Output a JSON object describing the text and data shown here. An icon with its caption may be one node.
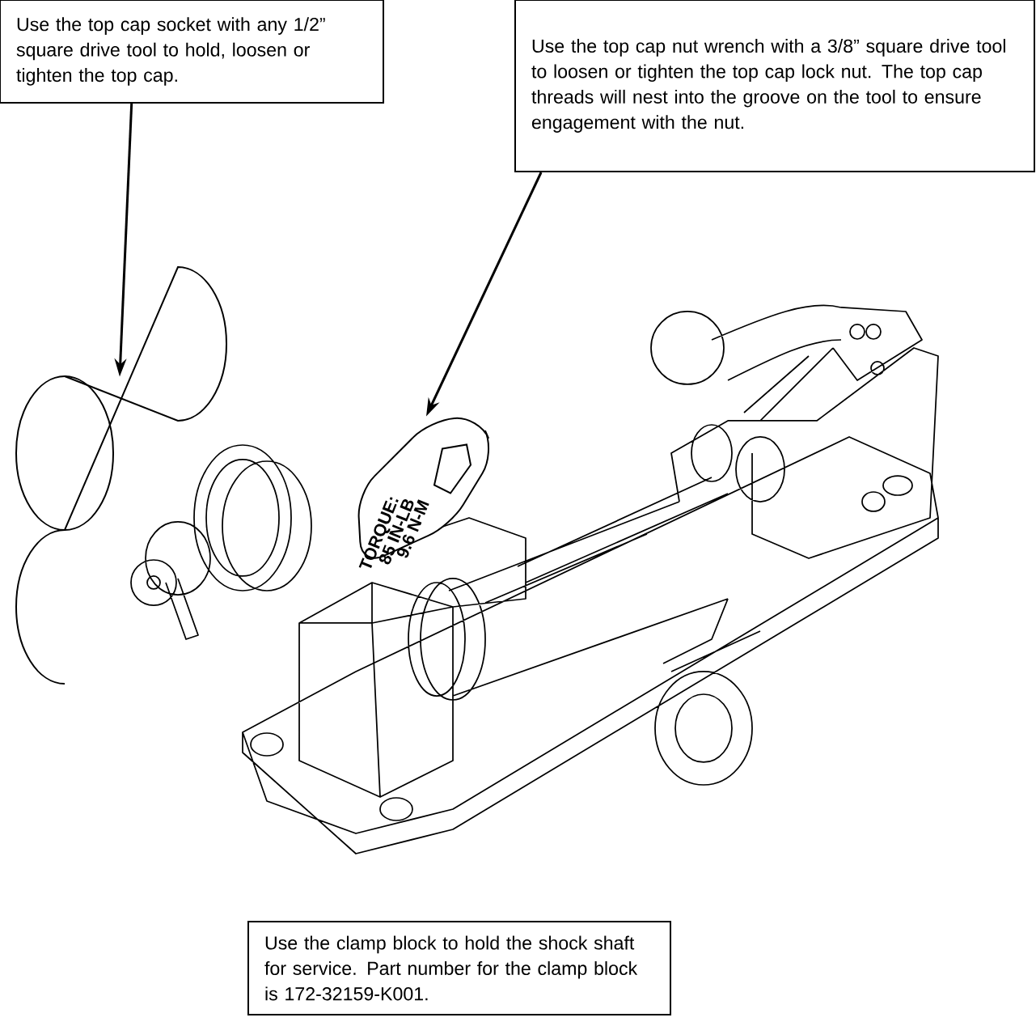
{
  "diagram": {
    "nodes": [
      {
        "text": [
          "Use the top cap socket  with any 1/2” square drive tool to hold, loosen or tighten the top cap."
        ]
      },
      {
        "text": [
          "Use the top cap nut wrench with a 3/8” square drive tool to loosen or tighten the top cap lock nut. The top cap threads will nest into the groove on the tool to ensure engagement with the nut."
        ]
      },
      {
        "text": [
          "Use the clamp block to hold the shock shaft for service. Part number for the clamp block is 172-32159-K001."
        ]
      },
      {
        "text": [],
        "shape": "cylinder"
      },
      {
        "text": [],
        "shape": "picture"
      }
    ],
    "edges": [
      {
        "from": 0,
        "to": 3,
        "arrow": "to"
      },
      {
        "from": 1,
        "to": 4,
        "arrow": "to"
      }
    ],
    "labels": [
      "TORQUE:",
      "85 IN-LB",
      "9.6 N-M"
    ]
  }
}
